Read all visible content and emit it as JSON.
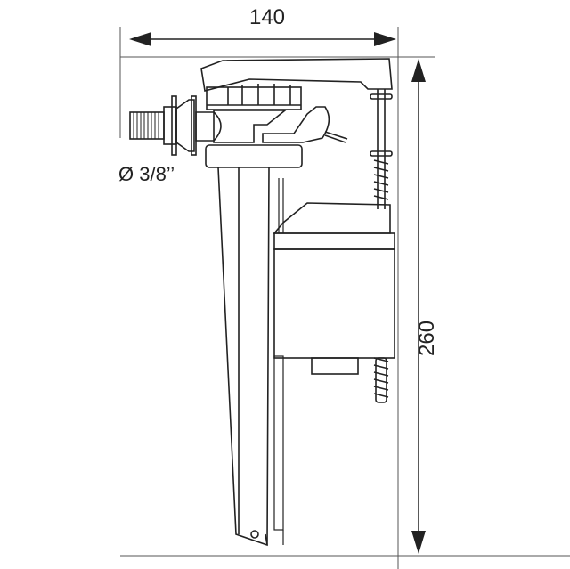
{
  "drawing": {
    "width_dimension": "140",
    "height_dimension": "260",
    "inlet_thread": "Ø 3/8’’",
    "line_color": "#222222"
  }
}
